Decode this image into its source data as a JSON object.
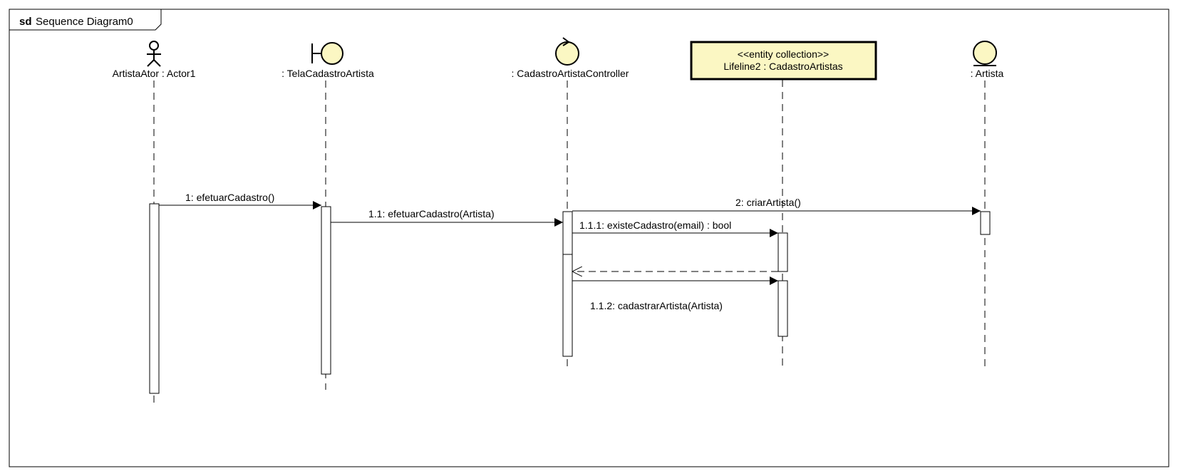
{
  "frame": {
    "keyword": "sd",
    "title": "Sequence Diagram0"
  },
  "colors": {
    "participant_fill": "#fbf7c3",
    "line": "#000000",
    "page_background": "#ffffff"
  },
  "participants": [
    {
      "id": "actor",
      "kind": "actor-icon",
      "label": "ArtistaAtor : Actor1"
    },
    {
      "id": "boundary",
      "kind": "boundary-icon",
      "label": ": TelaCadastroArtista"
    },
    {
      "id": "control",
      "kind": "control-icon",
      "label": ": CadastroArtistaController"
    },
    {
      "id": "collection",
      "kind": "entity-collection-box",
      "stereotype": "<<entity collection>>",
      "label": "Lifeline2 : CadastroArtistas"
    },
    {
      "id": "entity",
      "kind": "entity-icon",
      "label": ": Artista"
    }
  ],
  "messages": [
    {
      "id": "m1",
      "label": "1: efetuarCadastro()",
      "from": "actor",
      "to": "boundary",
      "type": "synchronous"
    },
    {
      "id": "m2",
      "label": "1.1: efetuarCadastro(Artista)",
      "from": "boundary",
      "to": "control",
      "type": "synchronous"
    },
    {
      "id": "m3",
      "label": "2: criarArtista()",
      "from": "control",
      "to": "entity",
      "type": "synchronous"
    },
    {
      "id": "m4",
      "label": "1.1.1: existeCadastro(email) : bool",
      "from": "control",
      "to": "collection",
      "type": "synchronous"
    },
    {
      "id": "m5",
      "label": "",
      "from": "collection",
      "to": "control",
      "type": "reply"
    },
    {
      "id": "m6",
      "label": "1.1.2: cadastrarArtista(Artista)",
      "from": "control",
      "to": "collection",
      "type": "synchronous"
    }
  ]
}
